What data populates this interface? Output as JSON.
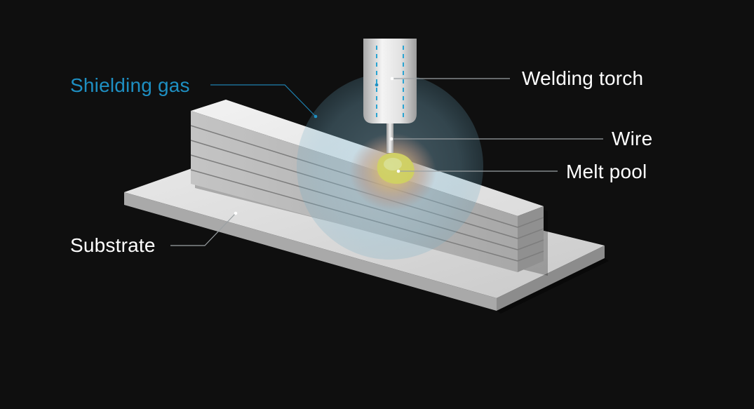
{
  "labels": {
    "shielding_gas": "Shielding gas",
    "welding_torch": "Welding torch",
    "wire": "Wire",
    "melt_pool": "Melt pool",
    "substrate": "Substrate"
  },
  "colors": {
    "background": "#0f0f0f",
    "label_text": "#ffffff",
    "shielding_gas_label": "#1e8fc2",
    "leader_line": "#9aa0a3",
    "shielding_gas_leader": "#1e7fae",
    "melt_pool": "#f2d318"
  }
}
